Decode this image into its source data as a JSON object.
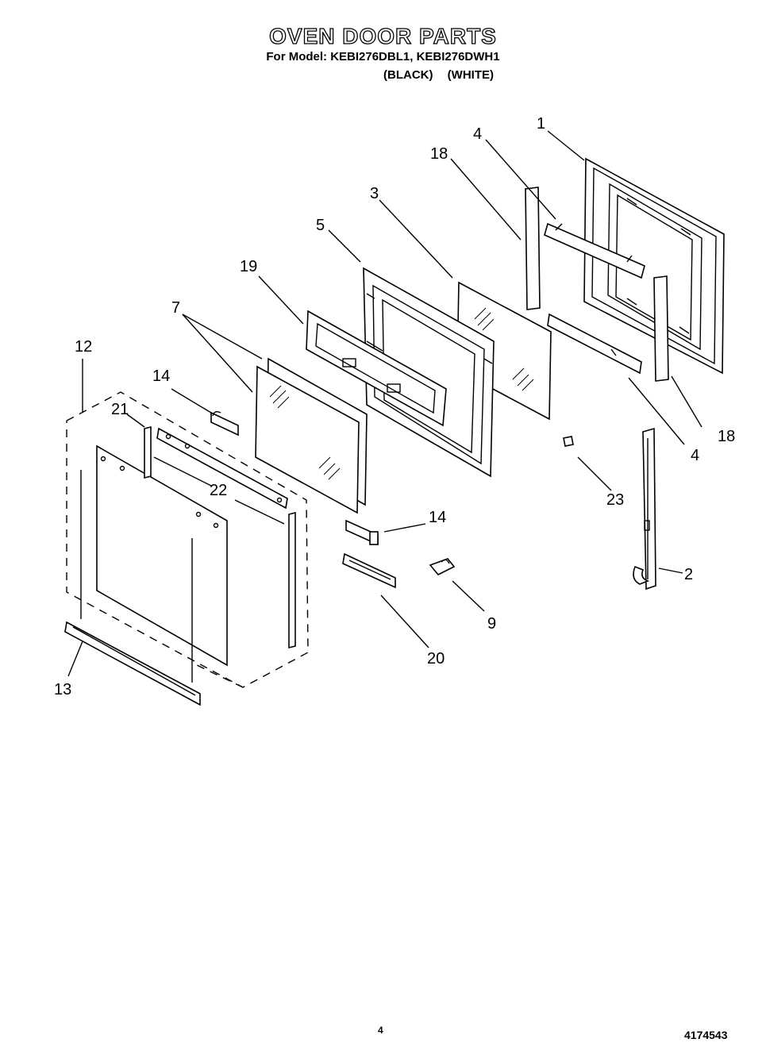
{
  "header": {
    "title": "OVEN DOOR PARTS",
    "model_line": "For Model: KEBI276DBL1, KEBI276DWH1",
    "color_line": "(BLACK) (WHITE)"
  },
  "diagram": {
    "callouts": [
      {
        "id": "c1",
        "label": "1"
      },
      {
        "id": "c4a",
        "label": "4"
      },
      {
        "id": "c18a",
        "label": "18"
      },
      {
        "id": "c3",
        "label": "3"
      },
      {
        "id": "c5",
        "label": "5"
      },
      {
        "id": "c19",
        "label": "19"
      },
      {
        "id": "c7",
        "label": "7"
      },
      {
        "id": "c12",
        "label": "12"
      },
      {
        "id": "c14a",
        "label": "14"
      },
      {
        "id": "c21",
        "label": "21"
      },
      {
        "id": "c22",
        "label": "22"
      },
      {
        "id": "c18b",
        "label": "18"
      },
      {
        "id": "c4b",
        "label": "4"
      },
      {
        "id": "c23",
        "label": "23"
      },
      {
        "id": "c14b",
        "label": "14"
      },
      {
        "id": "c2",
        "label": "2"
      },
      {
        "id": "c9",
        "label": "9"
      },
      {
        "id": "c20",
        "label": "20"
      },
      {
        "id": "c13",
        "label": "13"
      }
    ]
  },
  "footer": {
    "page_number": "4",
    "document_number": "4174543"
  }
}
